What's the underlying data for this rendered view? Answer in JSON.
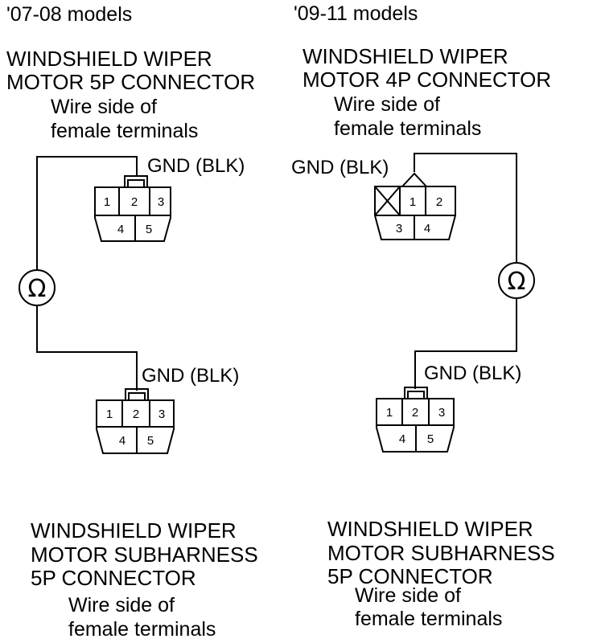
{
  "left": {
    "model": "'07-08 models",
    "top_connector": {
      "title_line1": "WINDSHIELD WIPER",
      "title_line2": "MOTOR 5P CONNECTOR",
      "sub_line1": "Wire side of",
      "sub_line2": "female terminals",
      "gnd_label": "GND (BLK)",
      "pins_row1": [
        "1",
        "2",
        "3"
      ],
      "pins_row2": [
        "4",
        "5"
      ]
    },
    "bottom_connector": {
      "title_line1": "WINDSHIELD WIPER",
      "title_line2": "MOTOR SUBHARNESS",
      "title_line3": "5P CONNECTOR",
      "sub_line1": "Wire side of",
      "sub_line2": "female terminals",
      "gnd_label": "GND (BLK)",
      "pins_row1": [
        "1",
        "2",
        "3"
      ],
      "pins_row2": [
        "4",
        "5"
      ]
    },
    "meter_symbol": "Ω"
  },
  "right": {
    "model": "'09-11 models",
    "top_connector": {
      "title_line1": "WINDSHIELD WIPER",
      "title_line2": "MOTOR 4P CONNECTOR",
      "sub_line1": "Wire side of",
      "sub_line2": "female terminals",
      "gnd_label": "GND (BLK)",
      "pins_row1": [
        "1",
        "2"
      ],
      "pins_row2": [
        "3",
        "4"
      ]
    },
    "bottom_connector": {
      "title_line1": "WINDSHIELD WIPER",
      "title_line2": "MOTOR SUBHARNESS",
      "title_line3": "5P CONNECTOR",
      "sub_line1": "Wire side of",
      "sub_line2": "female terminals",
      "gnd_label": "GND (BLK)",
      "pins_row1": [
        "1",
        "2",
        "3"
      ],
      "pins_row2": [
        "4",
        "5"
      ]
    },
    "meter_symbol": "Ω"
  }
}
